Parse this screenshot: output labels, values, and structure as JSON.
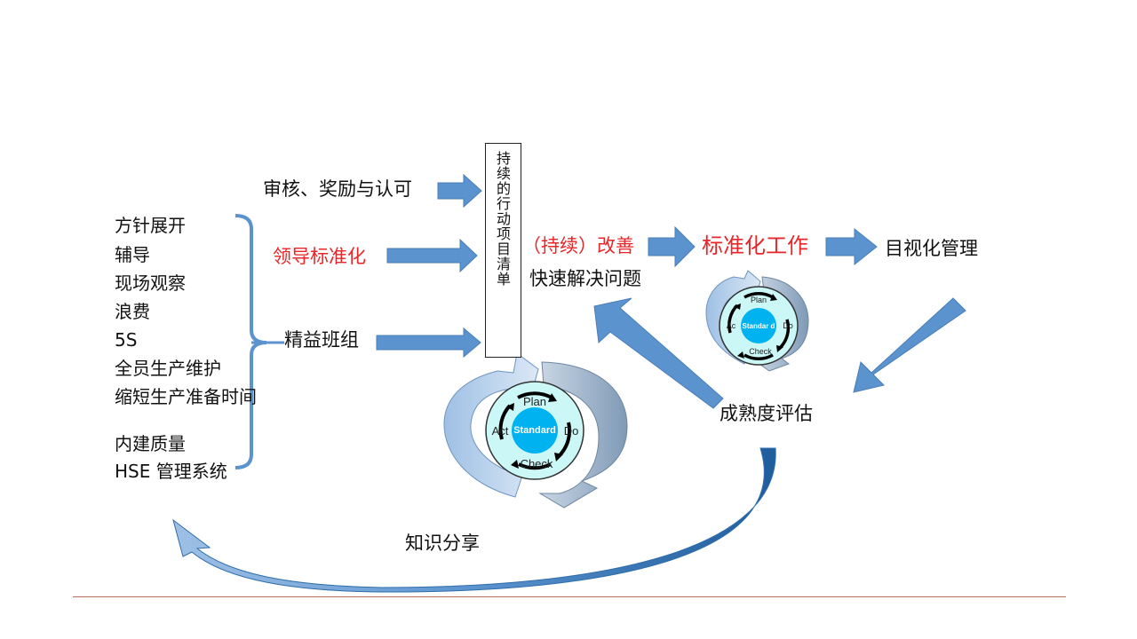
{
  "inputs": {
    "audit": "审核、奖励与认可",
    "leader_std": "领导标准化",
    "lean_team": "精益班组"
  },
  "tools_list": [
    "方针展开",
    "辅导",
    "现场观察",
    "浪费",
    "5S",
    "全员生产维护",
    "缩短生产准备时间",
    "内建质量",
    "HSE 管理系统"
  ],
  "action_list": "持续的行动项目清单",
  "improve": {
    "title": "（持续）改善",
    "subtitle": "快速解决问题"
  },
  "standard_work": "标准化工作",
  "visual_mgmt": "目视化管理",
  "maturity": "成熟度评估",
  "knowledge": "知识分享",
  "pdca_large": {
    "plan": "Plan",
    "do": "Do",
    "check": "Check",
    "act": "Act",
    "center": "Standard"
  },
  "pdca_small": {
    "plan": "Plan",
    "do": "Do",
    "check": "Check",
    "act": "Ac",
    "center": "Standar d"
  },
  "colors": {
    "arrow": "#5b93cf",
    "red": "#e8262a",
    "ring_light": "#b9d3ee",
    "ring_dark": "#8aa2bb",
    "center": "#00b3f0",
    "disc": "#ccf7f7"
  }
}
